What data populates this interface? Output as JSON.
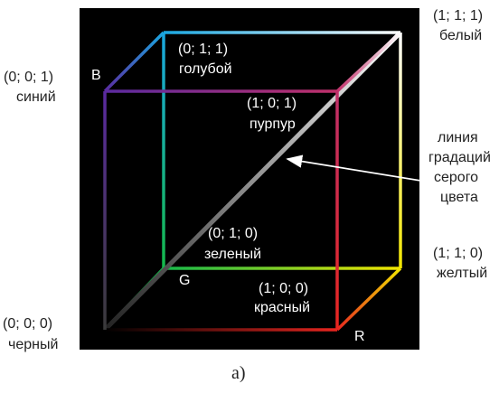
{
  "outside_labels": {
    "white_coord": "(1; 1; 1)",
    "white_name": "белый",
    "blue_coord": "(0; 0; 1)",
    "blue_name": "синий",
    "yellow_coord": "(1; 1; 0)",
    "yellow_name": "желтый",
    "black_coord": "(0; 0; 0)",
    "black_name": "черный",
    "grey_line_1": "линия",
    "grey_line_2": "градаций",
    "grey_line_3": "серого",
    "grey_line_4": "цвета"
  },
  "inside_labels": {
    "cyan_coord": "(0; 1; 1)",
    "cyan_name": "голубой",
    "magenta_coord": "(1; 0; 1)",
    "magenta_name": "пурпур",
    "green_coord": "(0; 1; 0)",
    "green_name": "зеленый",
    "red_coord": "(1; 0; 0)",
    "red_name": "красный"
  },
  "axes": {
    "b": "B",
    "g": "G",
    "r": "R"
  },
  "caption": "а)",
  "colors": {
    "black": "#000000",
    "red": "#e8251f",
    "green": "#14b84a",
    "blue": "#5a2aa0",
    "yellow": "#f2e600",
    "cyan": "#1aa7e0",
    "magenta": "#c0306a",
    "white": "#ffffff",
    "background": "#000000"
  }
}
